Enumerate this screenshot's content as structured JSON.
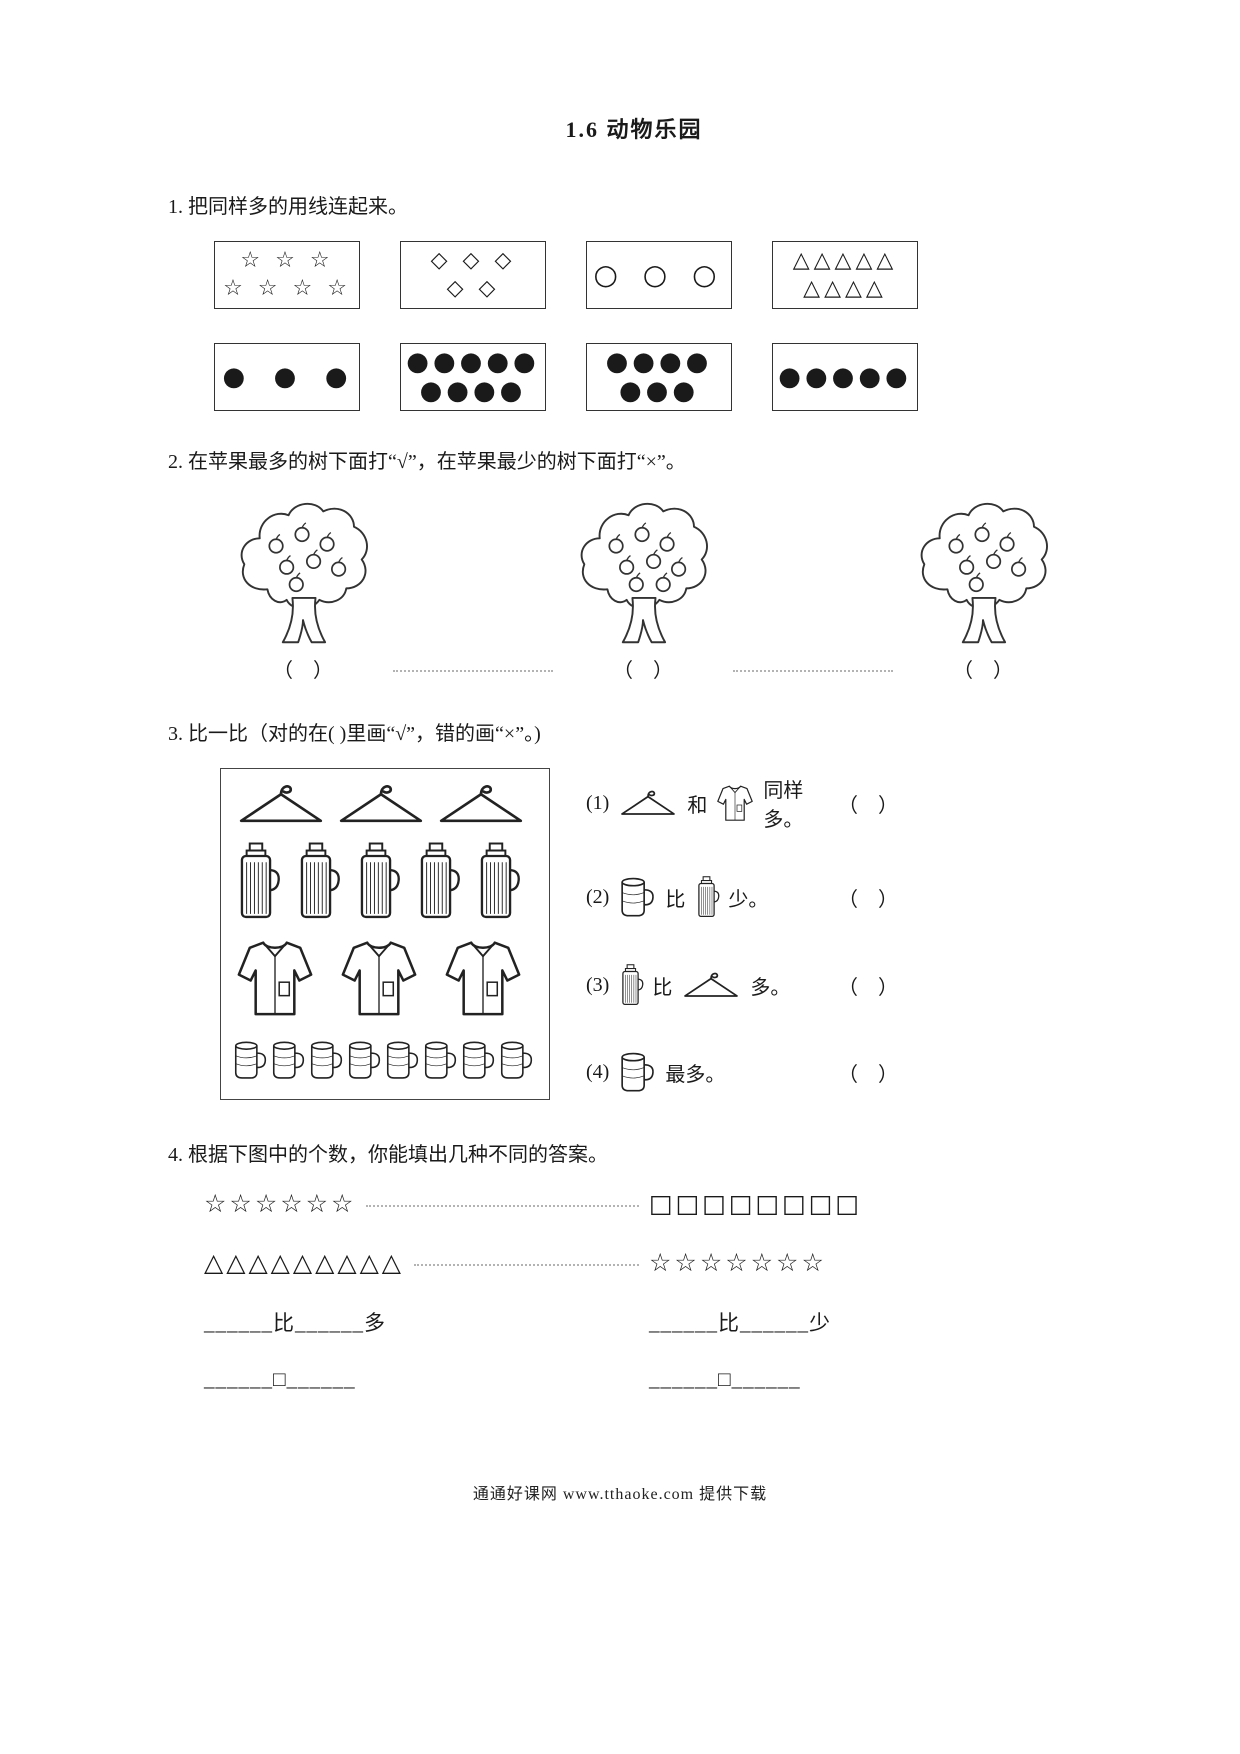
{
  "page": {
    "title": "1.6  动物乐园",
    "footer": "通通好课网  www.tthaoke.com 提供下载"
  },
  "q1": {
    "prompt": "1. 把同样多的用线连起来。",
    "top_boxes": [
      {
        "name": "stars-7",
        "rows": [
          "☆ ☆ ☆",
          "☆ ☆ ☆ ☆"
        ]
      },
      {
        "name": "diamonds-5",
        "rows": [
          "◇ ◇ ◇",
          "◇ ◇"
        ]
      },
      {
        "name": "circles-3",
        "rows": [
          "○ ○ ○"
        ]
      },
      {
        "name": "triangles-9",
        "rows": [
          "△△△△△",
          "△△△△"
        ]
      }
    ],
    "bottom_boxes": [
      {
        "name": "dots-3",
        "rows": [
          "●  ●  ●"
        ]
      },
      {
        "name": "dots-9",
        "rows": [
          "●●●●●",
          "●●●●"
        ]
      },
      {
        "name": "dots-7",
        "rows": [
          "●●●●",
          "●●●"
        ]
      },
      {
        "name": "dots-5",
        "rows": [
          "●●●●●"
        ]
      }
    ]
  },
  "q2": {
    "prompt": "2. 在苹果最多的树下面打“√”，在苹果最少的树下面打“×”。",
    "trees": [
      {
        "apples": 7
      },
      {
        "apples": 8
      },
      {
        "apples": 7
      }
    ],
    "answer_blank": "（　）"
  },
  "q3": {
    "prompt": "3. 比一比（对的在( )里画“√”，错的画“×”。)",
    "picture_rows": [
      {
        "icon": "hanger",
        "count": 3
      },
      {
        "icon": "thermos",
        "count": 5
      },
      {
        "icon": "coat",
        "count": 3
      },
      {
        "icon": "cup",
        "count": 8
      }
    ],
    "items": [
      {
        "num": "(1)",
        "parts": [
          {
            "icon": "hanger"
          },
          {
            "text": "和"
          },
          {
            "icon": "coat"
          },
          {
            "text": "同样多。"
          }
        ],
        "answer": "（　）"
      },
      {
        "num": "(2)",
        "parts": [
          {
            "icon": "cup"
          },
          {
            "text": "比"
          },
          {
            "icon": "thermos"
          },
          {
            "text": "少。"
          }
        ],
        "answer": "（　）"
      },
      {
        "num": "(3)",
        "parts": [
          {
            "icon": "thermos"
          },
          {
            "text": "比"
          },
          {
            "icon": "hanger"
          },
          {
            "text": "多。"
          }
        ],
        "answer": "（　）"
      },
      {
        "num": "(4)",
        "parts": [
          {
            "icon": "cup"
          },
          {
            "text": "最多。"
          }
        ],
        "answer": "（　）"
      }
    ]
  },
  "q4": {
    "prompt": "4. 根据下图中的个数，你能填出几种不同的答案。",
    "rows": [
      {
        "left": "☆☆☆☆☆☆",
        "right": "□□□□□□□□"
      },
      {
        "left": "△△△△△△△△△",
        "right": "☆☆☆☆☆☆☆"
      }
    ],
    "blanks": [
      {
        "left": "______比______多",
        "right": "______比______少"
      },
      {
        "left": "______□______",
        "right": "______□______"
      }
    ]
  }
}
